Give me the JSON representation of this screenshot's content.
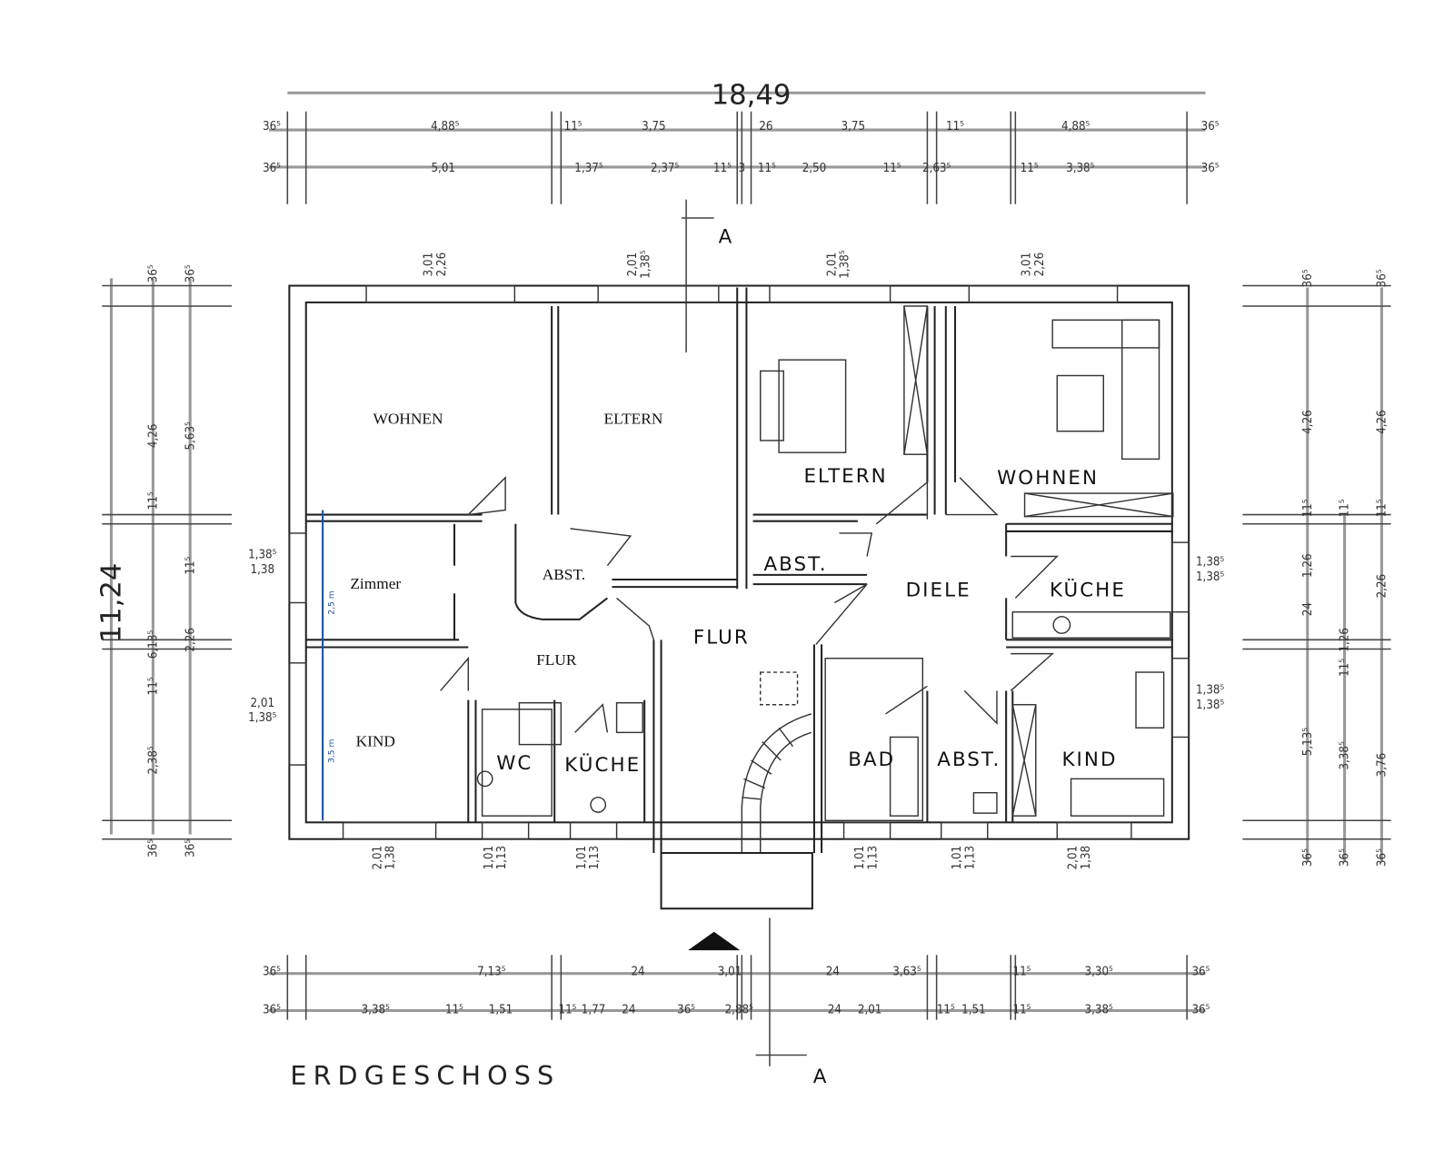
{
  "title": "ERDGESCHOSS",
  "colors": {
    "lines": "#222222",
    "dimension_lines": "#999999",
    "annotation": "#1a4fa0"
  },
  "overall": {
    "width": "18,49",
    "depth": "11,24"
  },
  "section_marker": "A",
  "rooms_left_unit": [
    "WOHNEN",
    "ELTERN",
    "Zimmer",
    "KIND",
    "FLUR",
    "ABST.",
    "WC",
    "KÜCHE"
  ],
  "rooms_right_unit": [
    "ELTERN",
    "WOHNEN",
    "ABST.",
    "DIELE",
    "KÜCHE",
    "BAD",
    "ABST.",
    "KIND"
  ],
  "stair_hall": "FLUR",
  "annotations": [
    "2,5 m",
    "3,5 m"
  ],
  "dimensions": {
    "top_row1": [
      "36⁵",
      "4,88⁵",
      "11⁵",
      "3,75",
      "26",
      "3,75",
      "11⁵",
      "4,88⁵",
      "36⁵"
    ],
    "top_row2": [
      "36⁵",
      "5,01",
      "1,37⁵",
      "2,37⁵",
      "11⁵",
      "3",
      "11⁵",
      "2,50",
      "11⁵",
      "2,63⁵",
      "11⁵",
      "3,38⁵",
      "36⁵"
    ],
    "bottom_row1": [
      "36⁵",
      "7,13⁵",
      "24",
      "3,01",
      "24",
      "3,63⁵",
      "11⁵",
      "3,30⁵",
      "36⁵"
    ],
    "bottom_row2": [
      "36⁵",
      "3,38⁵",
      "11⁵",
      "1,51",
      "11⁵",
      "1,77",
      "24",
      "36⁵",
      "2,88⁵",
      "24",
      "2,01",
      "11⁵",
      "1,51",
      "11⁵",
      "3,38⁵",
      "36⁵"
    ],
    "left_col1": [
      "36⁵",
      "4,26",
      "11⁵",
      "6,13⁵",
      "11⁵",
      "2,38⁵",
      "36⁵"
    ],
    "left_col2": [
      "36⁵",
      "5,63⁵",
      "11⁵",
      "2,26",
      "36⁵"
    ],
    "right_col1": [
      "36⁵",
      "4,26",
      "11⁵",
      "1,26",
      "24",
      "5,13⁵",
      "36⁵"
    ],
    "right_col2": [
      "11⁵",
      "1,26",
      "11⁵",
      "3,38⁵",
      "36⁵"
    ],
    "right_col3": [
      "36⁵",
      "4,26",
      "11⁵",
      "2,26",
      "3,76",
      "36⁵"
    ],
    "windows_top": [
      [
        "3,01",
        "2,26"
      ],
      [
        "2,01",
        "1,38⁵"
      ],
      [
        "2,01",
        "1,38⁵"
      ],
      [
        "3,01",
        "2,26"
      ]
    ],
    "windows_bottom": [
      [
        "2,01",
        "1,38"
      ],
      [
        "1,01",
        "1,13"
      ],
      [
        "1,01",
        "1,13"
      ],
      [
        "1,01",
        "1,13"
      ],
      [
        "1,01",
        "1,13"
      ],
      [
        "2,01",
        "1,38"
      ]
    ],
    "windows_left": [
      [
        "1,38⁵",
        "1,38"
      ],
      [
        "2,01",
        "1,38⁵"
      ]
    ],
    "windows_right": [
      [
        "1,38⁵",
        "1,38⁵"
      ],
      [
        "1,38⁵",
        "1,38⁵"
      ]
    ]
  }
}
